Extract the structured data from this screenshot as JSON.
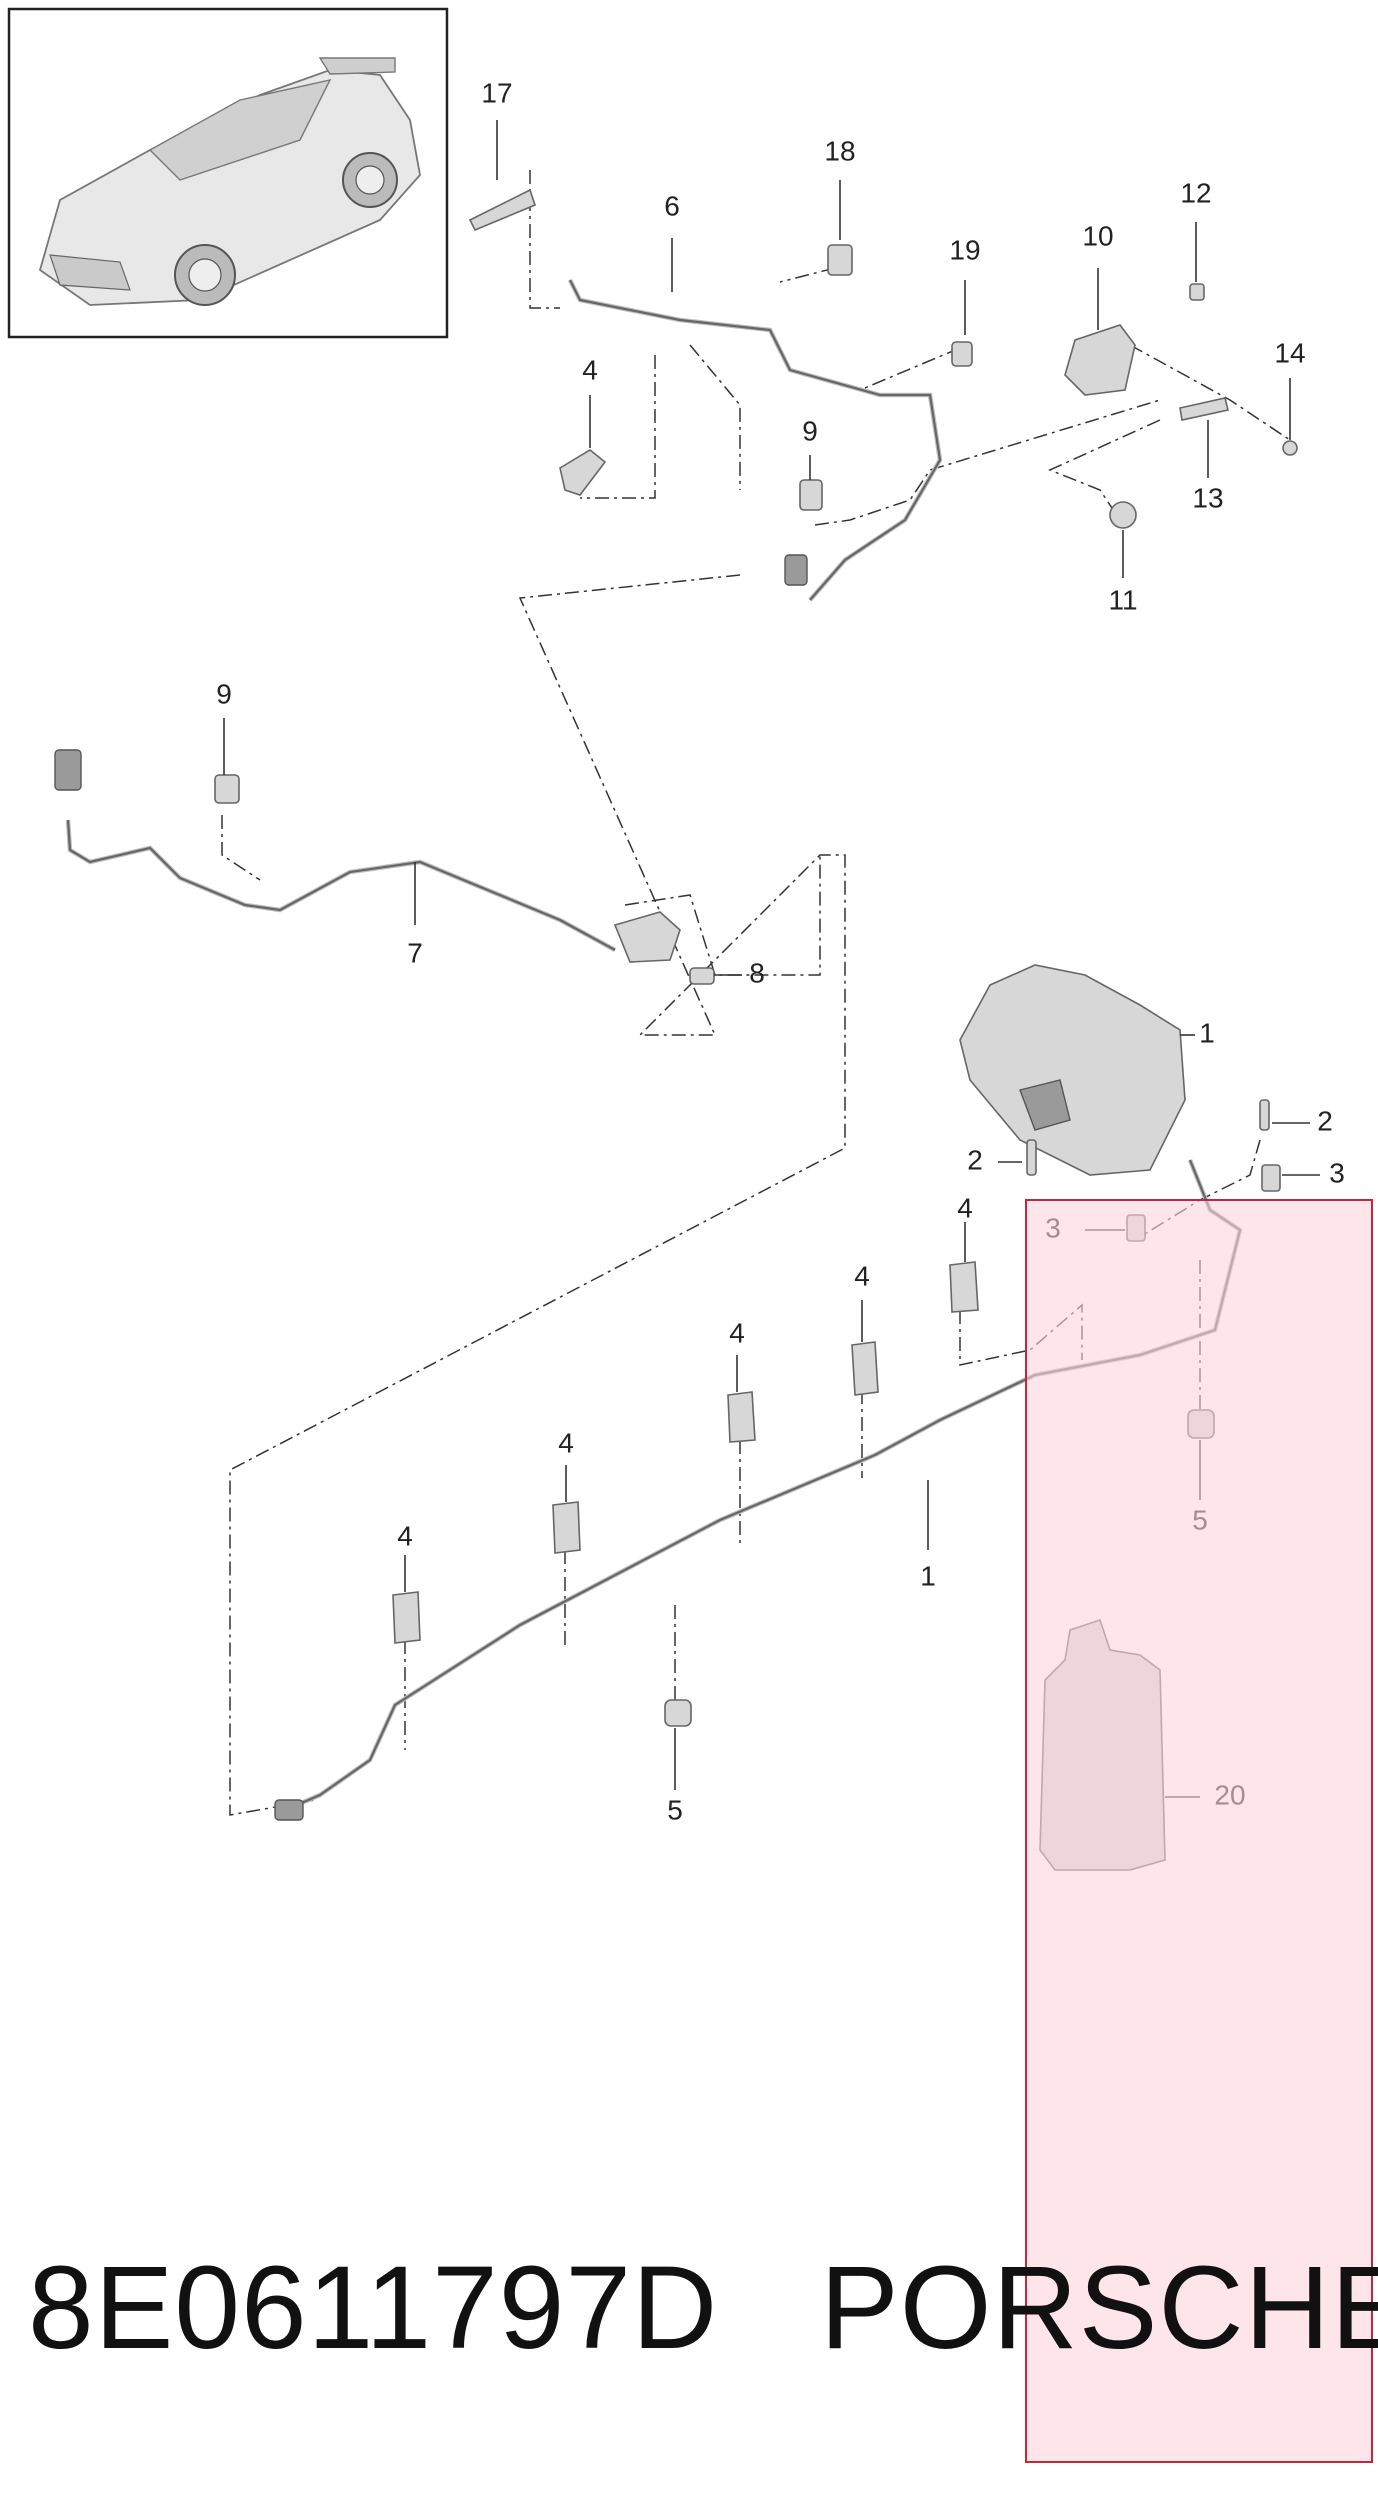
{
  "callouts": {
    "c17": "17",
    "c18": "18",
    "c6": "6",
    "c19": "19",
    "c10": "10",
    "c12": "12",
    "c14": "14",
    "c4a": "4",
    "c9a": "9",
    "c13": "13",
    "c11": "11",
    "c9b": "9",
    "c7": "7",
    "c8": "8",
    "c1a": "1",
    "c2a": "2",
    "c2b": "2",
    "c3a": "3",
    "c3b": "3",
    "c4b": "4",
    "c4c": "4",
    "c4d": "4",
    "c4e": "4",
    "c4f": "4",
    "c5a": "5",
    "c1b": "1",
    "c5b": "5",
    "c20": "20"
  },
  "caption": {
    "part_number": "8E0611797D",
    "brand": "PORSCHE"
  },
  "colors": {
    "highlight_fill": "#fbd3da",
    "highlight_border": "#c0283c"
  }
}
